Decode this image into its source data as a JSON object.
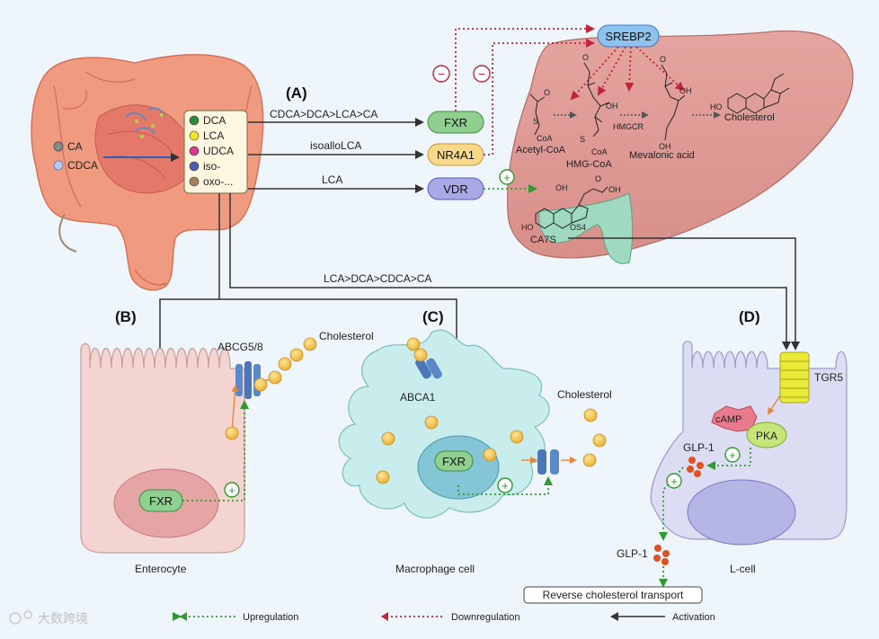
{
  "panels": {
    "a": "(A)",
    "b": "(B)",
    "c": "(C)",
    "d": "(D)"
  },
  "gut_inputs": [
    "CA",
    "CDCA"
  ],
  "bile_acids": [
    {
      "label": "DCA",
      "color": "#2e8b3e"
    },
    {
      "label": "LCA",
      "color": "#f2e22a"
    },
    {
      "label": "UDCA",
      "color": "#d63c8a"
    },
    {
      "label": "iso-",
      "color": "#4a5fb0"
    },
    {
      "label": "oxo-...",
      "color": "#a2845a"
    }
  ],
  "receptors": {
    "fxr": "FXR",
    "nr4a1": "NR4A1",
    "vdr": "VDR",
    "srebp2": "SREBP2",
    "tgr5": "TGR5",
    "abcg": "ABCG5/8",
    "abca1": "ABCA1",
    "pka": "PKA",
    "camp": "cAMP"
  },
  "arrow_labels": {
    "fxr_order": "CDCA>DCA>LCA>CA",
    "nr4a1_ligand": "isoalloLCA",
    "vdr_ligand": "LCA",
    "tgr5_order": "LCA>DCA>CDCA>CA"
  },
  "signs": {
    "minus": "−",
    "plus": "+"
  },
  "liver": {
    "acetyl_coa": "Acetyl-CoA",
    "hmg_coa": "HMG-CoA",
    "mevalonic": "Mevalonic acid",
    "hmgcr": "HMGCR",
    "cholesterol": "Cholesterol",
    "ca7s": "CA7S",
    "os4": "OS4",
    "oh": "OH",
    "ho": "HO",
    "o": "O",
    "coa": "CoA",
    "s": "S"
  },
  "cells": {
    "enterocyte": "Enterocyte",
    "macrophage": "Macrophage cell",
    "lcell": "L-cell",
    "chol_b": "Cholesterol",
    "chol_c": "Cholesterol",
    "fxr": "FXR",
    "glp1_in": "GLP-1",
    "glp1_out": "GLP-1",
    "rct": "Reverse cholesterol transport"
  },
  "legend": {
    "up": "Upregulation",
    "down": "Downregulation",
    "act": "Activation"
  },
  "watermark": "大数跨境",
  "colors": {
    "up": "#2f9a2f",
    "down": "#c0233b",
    "act": "#333333"
  }
}
